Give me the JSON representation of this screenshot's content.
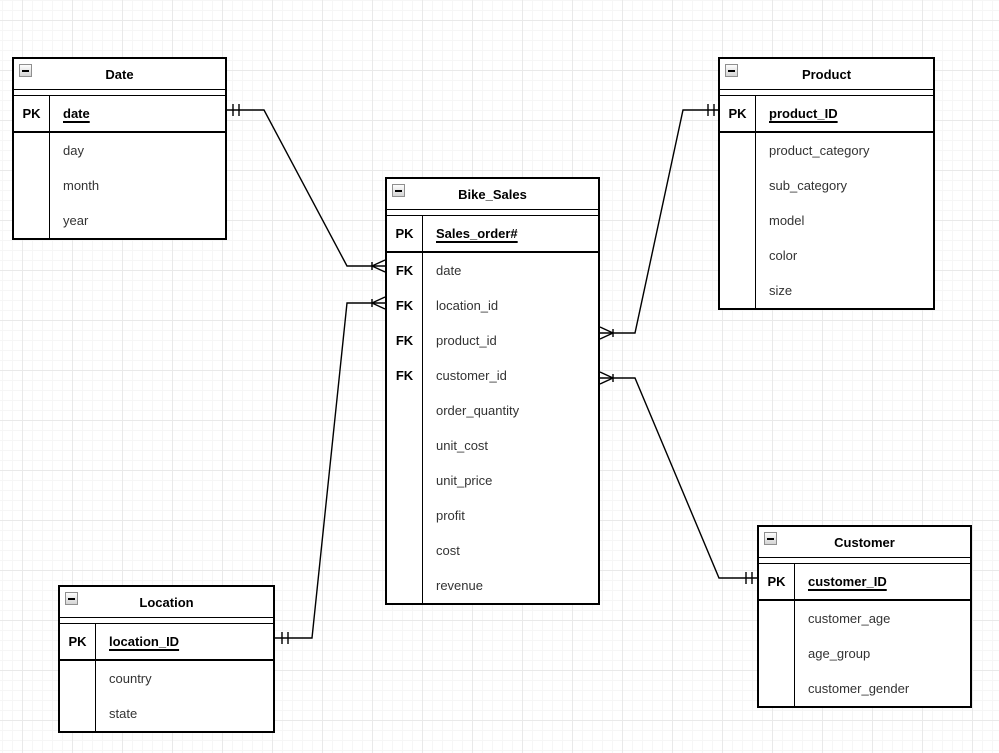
{
  "diagram": {
    "type": "entity-relationship",
    "tool_style": "drawio-grid-canvas",
    "colors": {
      "entity_border": "#000000",
      "entity_fill": "#ffffff",
      "text": "#000000",
      "attribute_text": "#333333",
      "grid_minor": "#f6f6f6",
      "grid_major": "#e9e9e9",
      "edge": "#000000"
    }
  },
  "icons": {
    "collapse_icon": "minus-square"
  },
  "entities": [
    {
      "name": "Date",
      "rows": [
        {
          "key": "PK",
          "name": "date",
          "is_key": true
        },
        {
          "key": "",
          "name": "day",
          "is_key": false
        },
        {
          "key": "",
          "name": "month",
          "is_key": false
        },
        {
          "key": "",
          "name": "year",
          "is_key": false
        }
      ]
    },
    {
      "name": "Product",
      "rows": [
        {
          "key": "PK",
          "name": "product_ID",
          "is_key": true
        },
        {
          "key": "",
          "name": "product_category",
          "is_key": false
        },
        {
          "key": "",
          "name": "sub_category",
          "is_key": false
        },
        {
          "key": "",
          "name": "model",
          "is_key": false
        },
        {
          "key": "",
          "name": "color",
          "is_key": false
        },
        {
          "key": "",
          "name": "size",
          "is_key": false
        }
      ]
    },
    {
      "name": "Bike_Sales",
      "rows": [
        {
          "key": "PK",
          "name": "Sales_order#",
          "is_key": true
        },
        {
          "key": "FK",
          "name": "date",
          "is_key": false
        },
        {
          "key": "FK",
          "name": "location_id",
          "is_key": false
        },
        {
          "key": "FK",
          "name": "product_id",
          "is_key": false
        },
        {
          "key": "FK",
          "name": "customer_id",
          "is_key": false
        },
        {
          "key": "",
          "name": "order_quantity",
          "is_key": false
        },
        {
          "key": "",
          "name": "unit_cost",
          "is_key": false
        },
        {
          "key": "",
          "name": "unit_price",
          "is_key": false
        },
        {
          "key": "",
          "name": "profit",
          "is_key": false
        },
        {
          "key": "",
          "name": "cost",
          "is_key": false
        },
        {
          "key": "",
          "name": "revenue",
          "is_key": false
        }
      ]
    },
    {
      "name": "Location",
      "rows": [
        {
          "key": "PK",
          "name": "location_ID",
          "is_key": true
        },
        {
          "key": "",
          "name": "country",
          "is_key": false
        },
        {
          "key": "",
          "name": "state",
          "is_key": false
        }
      ]
    },
    {
      "name": "Customer",
      "rows": [
        {
          "key": "PK",
          "name": "customer_ID",
          "is_key": true
        },
        {
          "key": "",
          "name": "customer_age",
          "is_key": false
        },
        {
          "key": "",
          "name": "age_group",
          "is_key": false
        },
        {
          "key": "",
          "name": "customer_gender",
          "is_key": false
        }
      ]
    }
  ],
  "relationships": [
    {
      "from": "Date.date",
      "to": "Bike_Sales.date",
      "from_cardinality": "one-and-only-one",
      "to_cardinality": "many"
    },
    {
      "from": "Location.location_ID",
      "to": "Bike_Sales.location_id",
      "from_cardinality": "one-and-only-one",
      "to_cardinality": "many"
    },
    {
      "from": "Product.product_ID",
      "to": "Bike_Sales.product_id",
      "from_cardinality": "one-and-only-one",
      "to_cardinality": "many"
    },
    {
      "from": "Customer.customer_ID",
      "to": "Bike_Sales.customer_id",
      "from_cardinality": "one-and-only-one",
      "to_cardinality": "many"
    }
  ]
}
